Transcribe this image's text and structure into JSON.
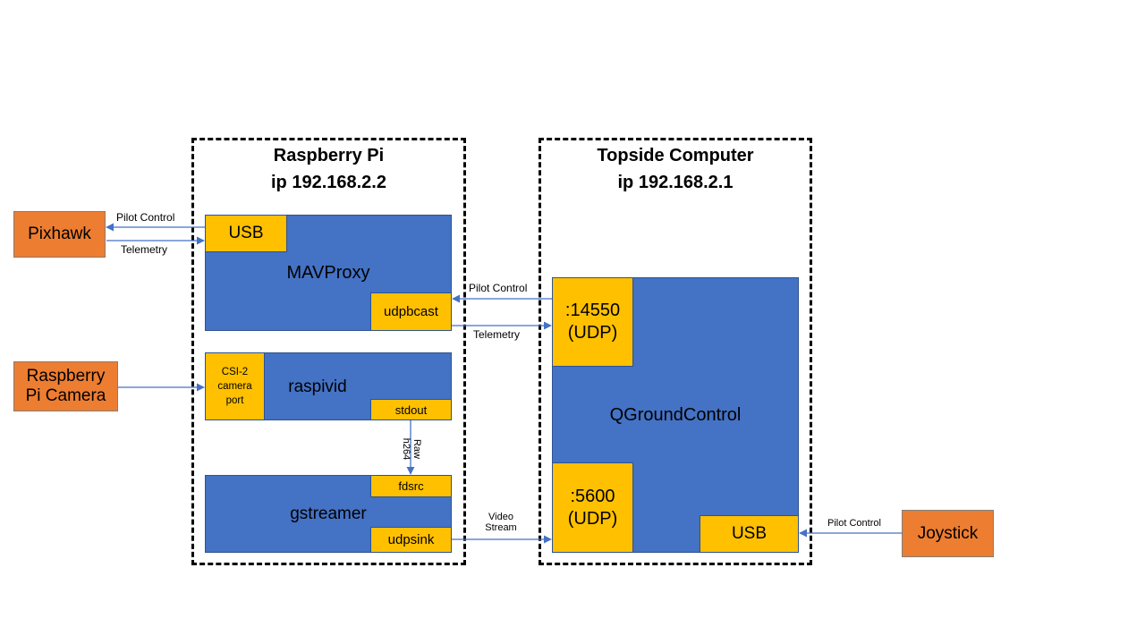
{
  "raspberry_pi": {
    "title_line1": "Raspberry Pi",
    "title_line2": "ip 192.168.2.2",
    "mavproxy": {
      "label": "MAVProxy",
      "usb": "USB",
      "udpbcast": "udpbcast"
    },
    "raspivid": {
      "label": "raspivid",
      "csi_line1": "CSI-2",
      "csi_line2": "camera",
      "csi_line3": "port",
      "stdout": "stdout"
    },
    "gstreamer": {
      "label": "gstreamer",
      "fdsrc": "fdsrc",
      "udpsink": "udpsink"
    }
  },
  "topside": {
    "title_line1": "Topside Computer",
    "title_line2": "ip 192.168.2.1",
    "qgc": {
      "label": "QGroundControl",
      "port_14550_line1": ":14550",
      "port_14550_line2": "(UDP)",
      "port_5600_line1": ":5600",
      "port_5600_line2": "(UDP)",
      "usb": "USB"
    }
  },
  "external": {
    "pixhawk": "Pixhawk",
    "camera_line1": "Raspberry",
    "camera_line2": "Pi Camera",
    "joystick": "Joystick"
  },
  "edge_labels": {
    "pixhawk_pilot_control": "Pilot Control",
    "pixhawk_telemetry": "Telemetry",
    "udp_pilot_control": "Pilot Control",
    "udp_telemetry": "Telemetry",
    "raw_line1": "Raw",
    "raw_line2": "h264",
    "video_line1": "Video",
    "video_line2": "Stream",
    "joystick_pilot_control": "Pilot Control"
  },
  "colors": {
    "process_blue": "#4472c4",
    "port_yellow": "#ffc000",
    "device_orange": "#ed7d31",
    "arrow": "#4472c4"
  }
}
